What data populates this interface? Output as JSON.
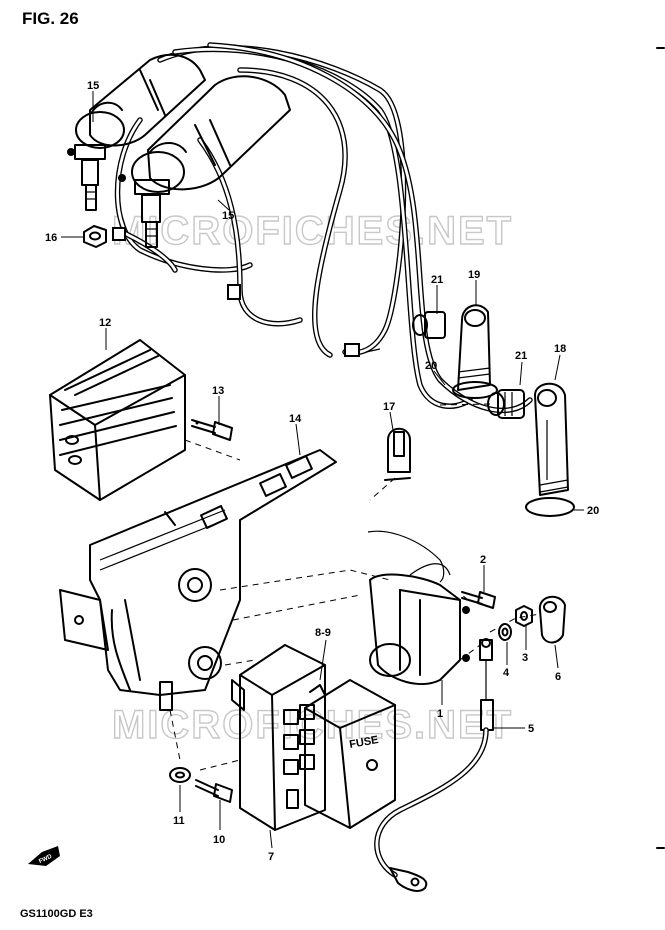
{
  "figure": {
    "title": "FIG. 26",
    "model": "GS1100GD  E3",
    "watermark": "MICROFICHES.NET"
  },
  "callouts": [
    {
      "id": "c15a",
      "text": "15"
    },
    {
      "id": "c15b",
      "text": "15"
    },
    {
      "id": "c16",
      "text": "16"
    },
    {
      "id": "c12",
      "text": "12"
    },
    {
      "id": "c13",
      "text": "13"
    },
    {
      "id": "c14",
      "text": "14"
    },
    {
      "id": "c21a",
      "text": "21"
    },
    {
      "id": "c19",
      "text": "19"
    },
    {
      "id": "c20a",
      "text": "20"
    },
    {
      "id": "c21b",
      "text": "21"
    },
    {
      "id": "c18",
      "text": "18"
    },
    {
      "id": "c17",
      "text": "17"
    },
    {
      "id": "c20b",
      "text": "20"
    },
    {
      "id": "c2",
      "text": "2"
    },
    {
      "id": "c89",
      "text": "8-9"
    },
    {
      "id": "c4",
      "text": "4"
    },
    {
      "id": "c3",
      "text": "3"
    },
    {
      "id": "c6",
      "text": "6"
    },
    {
      "id": "c1",
      "text": "1"
    },
    {
      "id": "c5",
      "text": "5"
    },
    {
      "id": "c11",
      "text": "11"
    },
    {
      "id": "c10",
      "text": "10"
    },
    {
      "id": "c7",
      "text": "7"
    }
  ],
  "fuse_text": "FUSE",
  "front_arrow_text": "FWD"
}
